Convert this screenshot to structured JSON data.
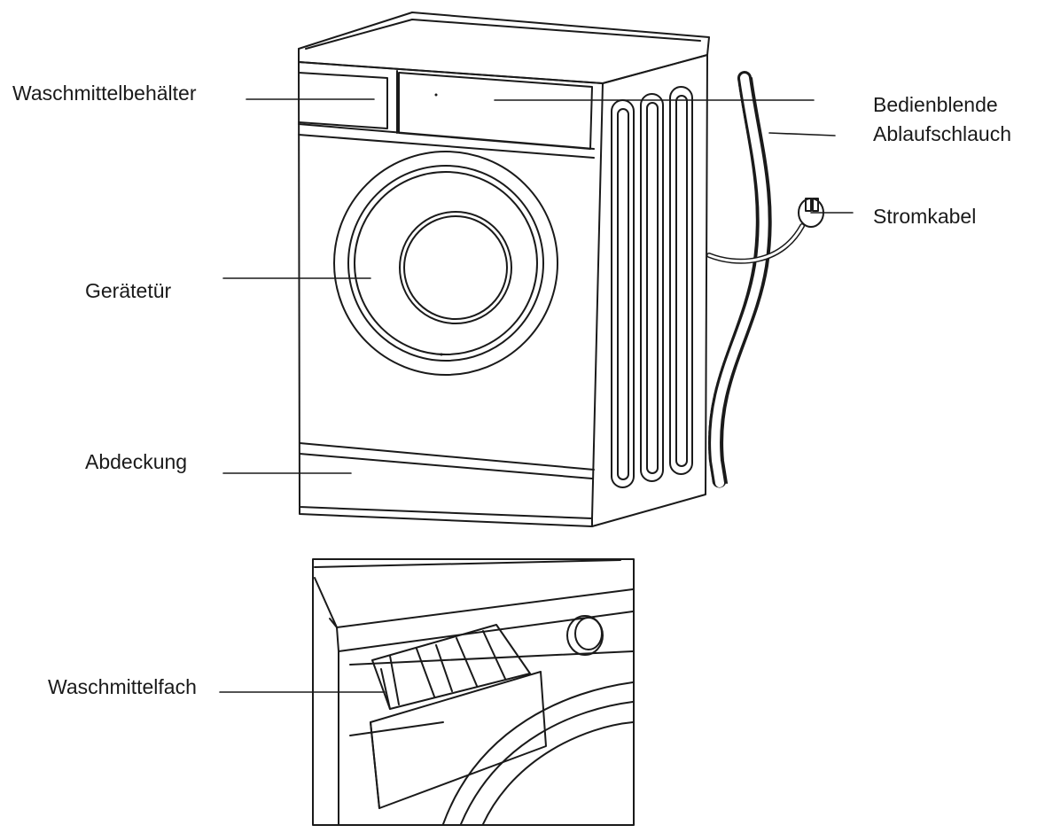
{
  "labels": {
    "detergent_container": "Waschmittelbehälter",
    "control_panel": "Bedienblende",
    "drain_hose": "Ablaufschlauch",
    "power_cable": "Stromkabel",
    "door": "Gerätetür",
    "cover": "Abdeckung",
    "detergent_drawer": "Waschmittelfach"
  },
  "colors": {
    "line": "#1a1a1a",
    "background": "#ffffff"
  }
}
